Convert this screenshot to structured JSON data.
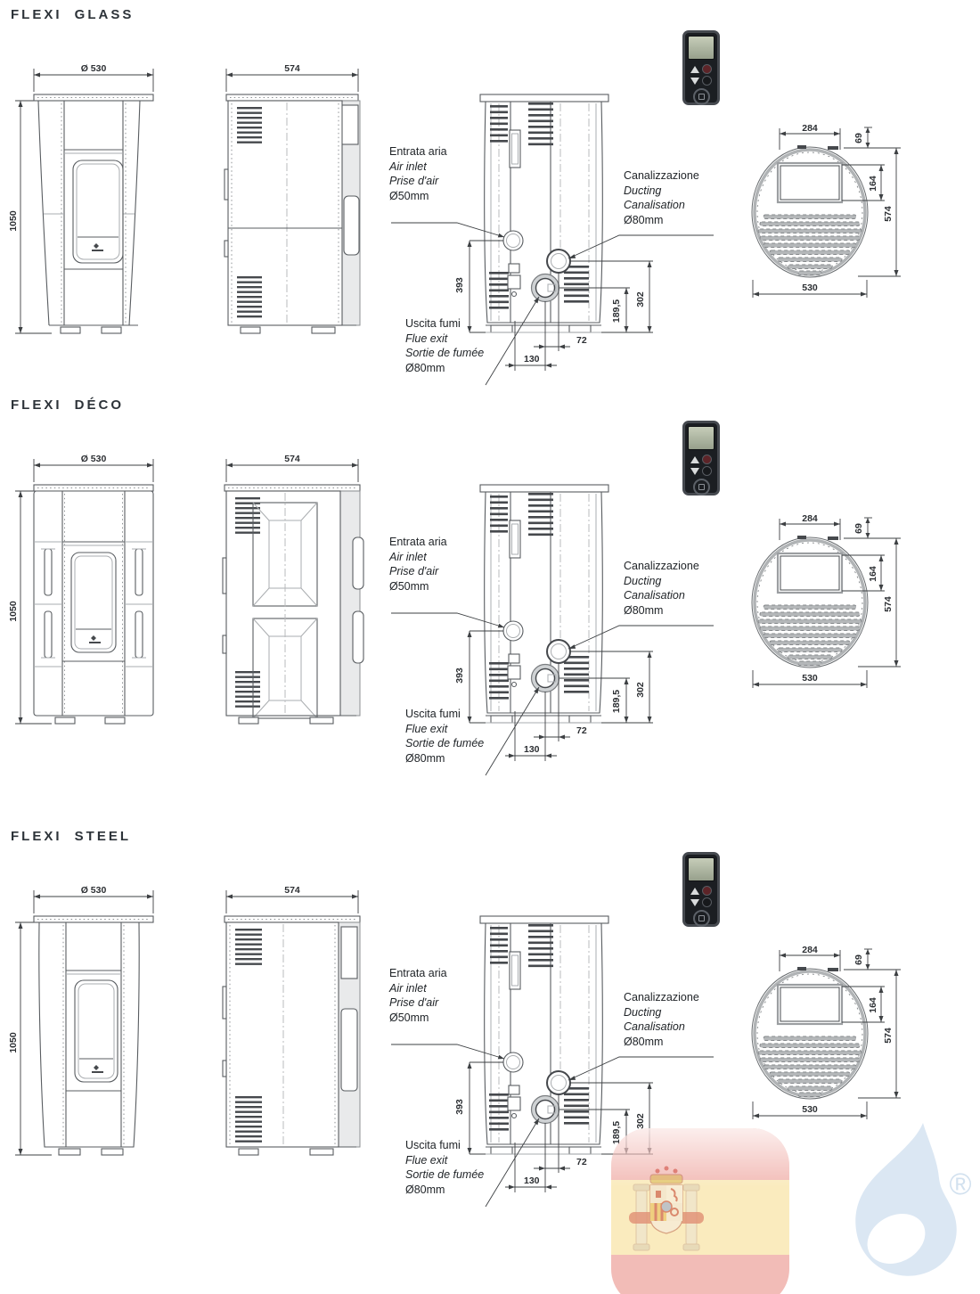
{
  "sections": [
    {
      "title": "FLEXI GLASS",
      "front": {
        "width": "Ø 530",
        "height": "1050"
      },
      "side": {
        "depth": "574"
      },
      "rear": {
        "air_inlet": {
          "line1": "Entrata aria",
          "line2": "Air inlet",
          "line3": "Prise d'air",
          "line4": "Ø50mm"
        },
        "ducting": {
          "line1": "Canalizzazione",
          "line2": "Ducting",
          "line3": "Canalisation",
          "line4": "Ø80mm"
        },
        "flue": {
          "line1": "Uscita fumi",
          "line2": "Flue exit",
          "line3": "Sortie de fumée",
          "line4": "Ø80mm"
        },
        "dims": {
          "air_height": "393",
          "duct_height": "302",
          "flue_height": "189,5",
          "duct_offset": "72",
          "flue_offset": "130"
        }
      },
      "top": {
        "glass_width": "284",
        "front_offset": "69",
        "glass_depth": "164",
        "depth": "574",
        "width": "530"
      }
    },
    {
      "title": "FLEXI DÉCO",
      "front": {
        "width": "Ø 530",
        "height": "1050"
      },
      "side": {
        "depth": "574"
      },
      "rear": {
        "air_inlet": {
          "line1": "Entrata aria",
          "line2": "Air inlet",
          "line3": "Prise d'air",
          "line4": "Ø50mm"
        },
        "ducting": {
          "line1": "Canalizzazione",
          "line2": "Ducting",
          "line3": "Canalisation",
          "line4": "Ø80mm"
        },
        "flue": {
          "line1": "Uscita fumi",
          "line2": "Flue exit",
          "line3": "Sortie de fumée",
          "line4": "Ø80mm"
        },
        "dims": {
          "air_height": "393",
          "duct_height": "302",
          "flue_height": "189,5",
          "duct_offset": "72",
          "flue_offset": "130"
        }
      },
      "top": {
        "glass_width": "284",
        "front_offset": "69",
        "glass_depth": "164",
        "depth": "574",
        "width": "530"
      }
    },
    {
      "title": "FLEXI STEEL",
      "front": {
        "width": "Ø 530",
        "height": "1050"
      },
      "side": {
        "depth": "574"
      },
      "rear": {
        "air_inlet": {
          "line1": "Entrata aria",
          "line2": "Air inlet",
          "line3": "Prise d'air",
          "line4": "Ø50mm"
        },
        "ducting": {
          "line1": "Canalizzazione",
          "line2": "Ducting",
          "line3": "Canalisation",
          "line4": "Ø80mm"
        },
        "flue": {
          "line1": "Uscita fumi",
          "line2": "Flue exit",
          "line3": "Sortie de fumée",
          "line4": "Ø80mm"
        },
        "dims": {
          "air_height": "393",
          "duct_height": "302",
          "flue_height": "189,5",
          "duct_offset": "72",
          "flue_offset": "130"
        }
      },
      "top": {
        "glass_width": "284",
        "front_offset": "69",
        "glass_depth": "164",
        "depth": "574",
        "width": "530"
      }
    }
  ],
  "watermarks": {
    "registered": "®"
  }
}
